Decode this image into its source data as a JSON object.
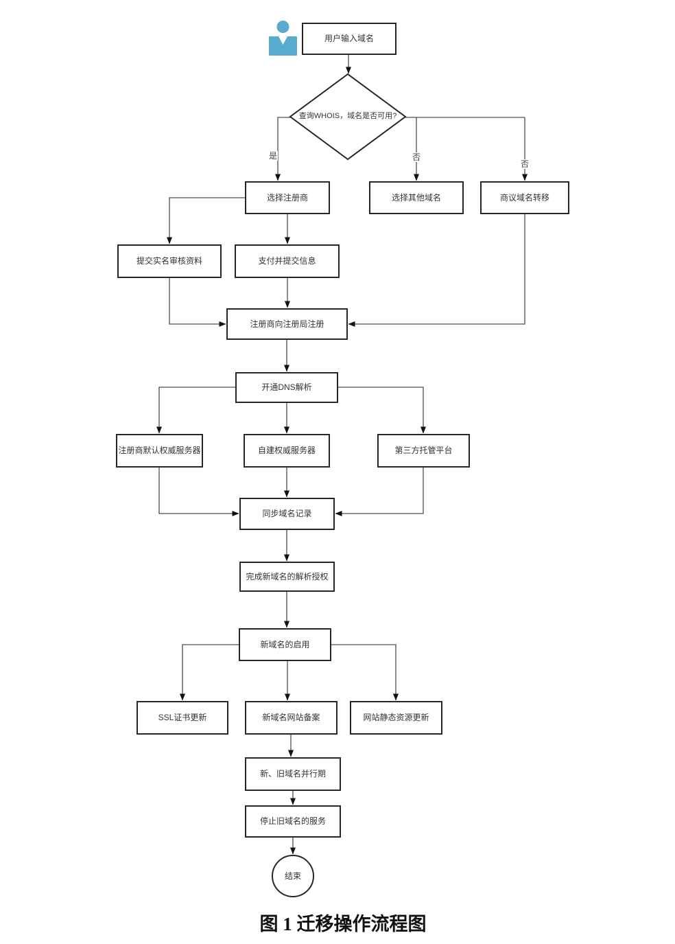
{
  "figure": {
    "caption": "图 1 迁移操作流程图"
  },
  "labels": {
    "yes": "是",
    "no_other": "否",
    "no_transfer": "否"
  },
  "nodes": {
    "user_input": "用户输入域名",
    "whois_decision": "查询WHOIS，域名是否可用?",
    "choose_registrar": "选择注册商",
    "choose_other": "选择其他域名",
    "negotiate_transfer": "商议域名转移",
    "submit_real_name": "提交实名审核资料",
    "pay_submit": "支付并提交信息",
    "registrar_register": "注册商向注册局注册",
    "enable_dns": "开通DNS解析",
    "registrar_default_ns": "注册商默认权威服务器",
    "self_built_ns": "自建权威服务器",
    "third_party_platform": "第三方托管平台",
    "sync_records": "同步域名记录",
    "complete_auth": "完成新域名的解析授权",
    "enable_new_domain": "新域名的启用",
    "ssl_update": "SSL证书更新",
    "website_filing": "新域名网站备案",
    "static_update": "网站静态资源更新",
    "parallel_period": "新、旧域名并行期",
    "stop_old_service": "停止旧域名的服务",
    "end": "结束"
  },
  "icons": {
    "person": "person-icon"
  },
  "colors": {
    "person_icon": "#59ABCE",
    "line": "#4d4d4d",
    "box_border": "#262626"
  }
}
